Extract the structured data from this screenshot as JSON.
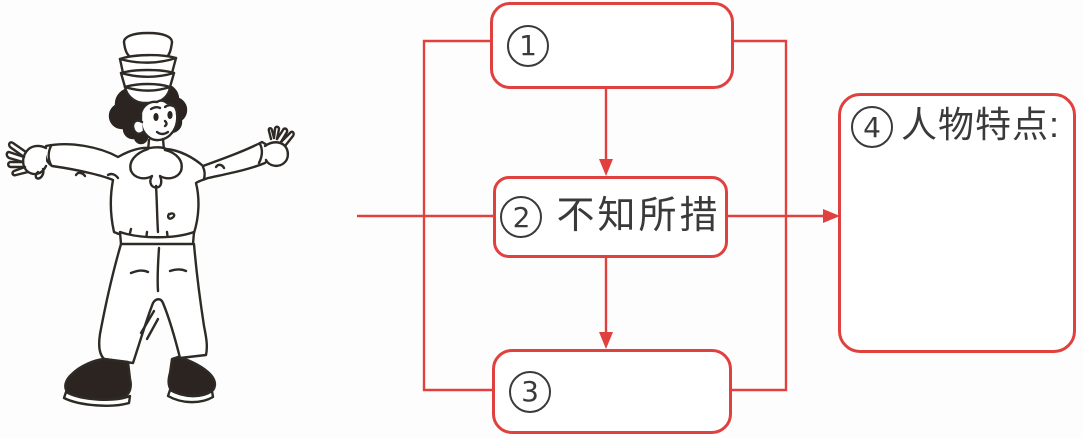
{
  "page": {
    "background": "#fdfdfd"
  },
  "illustration": {
    "description": "Black-and-white line drawing of a boy balancing a tilted stack of four bowls on his head, arms stretched wide with fingers spread, wearing a ruffled-collar shirt, baggy trousers and black shoes"
  },
  "flowchart": {
    "line_color": "#e0403e",
    "text_color": "#3a3a3a",
    "boxes": [
      {
        "number": "1",
        "label": ""
      },
      {
        "number": "2",
        "label": "不知所措"
      },
      {
        "number": "3",
        "label": ""
      },
      {
        "number": "4",
        "label": "人物特点:"
      }
    ]
  }
}
